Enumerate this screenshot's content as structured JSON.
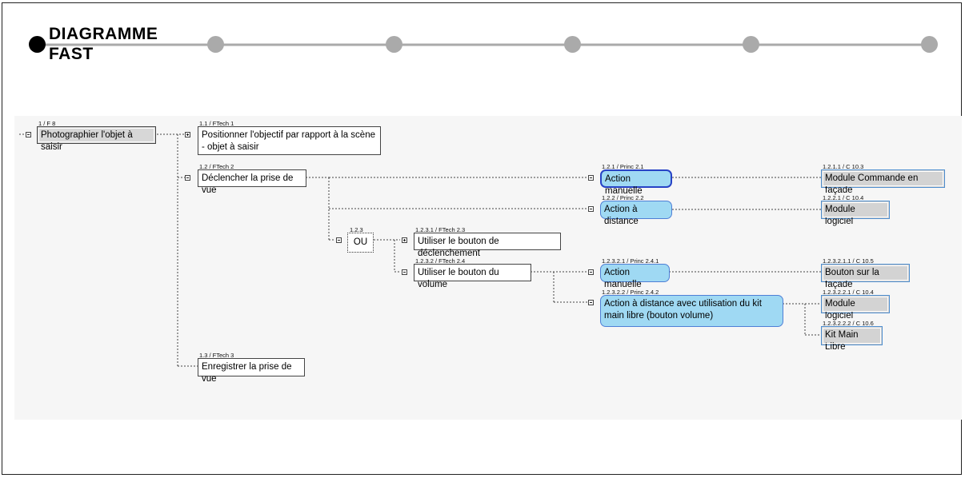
{
  "title": {
    "line1": "DIAGRAMME",
    "line2": "FAST"
  },
  "timeline": {
    "dot_color": "#aaaaaa",
    "active_color": "#000000"
  },
  "nodes": {
    "root": {
      "id": "1 / F 8",
      "text": "Photographier l'objet à saisir"
    },
    "f11": {
      "id": "1.1 / FTech 1",
      "text": "Positionner l'objectif par rapport à la scène - objet à saisir"
    },
    "f12": {
      "id": "1.2 / FTech 2",
      "text": "Déclencher la prise de vue"
    },
    "f13": {
      "id": "1.3 / FTech 3",
      "text": "Enregistrer la prise de vue"
    },
    "or123": {
      "id": "1.2.3",
      "text": "OU"
    },
    "f1231": {
      "id": "1.2.3.1 / FTech 2.3",
      "text": "Utiliser le bouton de déclenchement"
    },
    "f1232": {
      "id": "1.2.3.2 / FTech 2.4",
      "text": "Utiliser le bouton du volume"
    },
    "s121": {
      "id": "1.2.1 / Princ 2.1",
      "text": "Action manuelle"
    },
    "s122": {
      "id": "1.2.2 / Princ 2.2",
      "text": "Action à distance"
    },
    "s12321": {
      "id": "1.2.3.2.1 / Princ 2.4.1",
      "text": "Action manuelle"
    },
    "s12322": {
      "id": "1.2.3.2.2 / Princ 2.4.2",
      "text": "Action à distance avec utilisation du kit main libre (bouton volume)"
    },
    "c1211": {
      "id": "1.2.1.1 / C 10.3",
      "text": "Module Commande en façade"
    },
    "c1221": {
      "id": "1.2.2.1 / C 10.4",
      "text": "Module logiciel"
    },
    "c123211": {
      "id": "1.2.3.2.1.1 / C 10.5",
      "text": "Bouton sur la façade"
    },
    "c123221": {
      "id": "1.2.3.2.2.1 / C 10.4",
      "text": "Module logiciel"
    },
    "c123222": {
      "id": "1.2.3.2.2.2 / C 10.6",
      "text": "Kit Main Libre"
    }
  },
  "colors": {
    "solution_fill": "#9fd9f3",
    "solution_border": "#4f7fd6",
    "selected_border": "#2743c6",
    "component_fill": "#d3d3d3"
  }
}
